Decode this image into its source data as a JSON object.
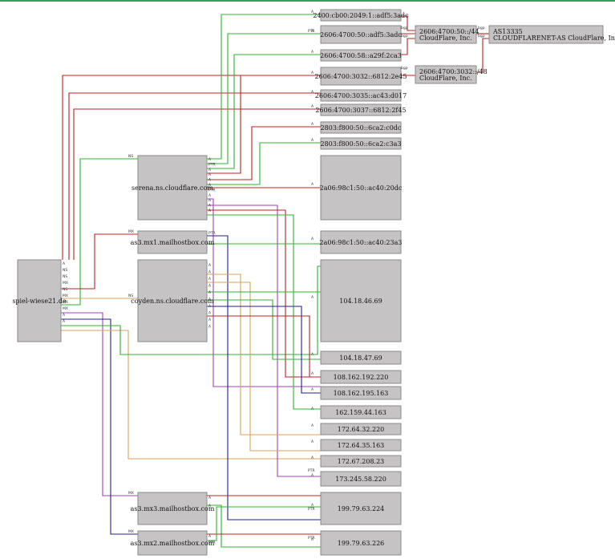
{
  "domain_node": {
    "label": "spiel-wiese21.de",
    "tags": [
      "A",
      "NS",
      "NS",
      "MX",
      "NS",
      "MX",
      "MX",
      "MX",
      "A",
      "A"
    ]
  },
  "ns_nodes": [
    {
      "id": "serena",
      "label": "serena.ns.cloudflare.com",
      "tags": [
        "A",
        "PTR",
        "A",
        "A",
        "A",
        "A",
        "PTR",
        "A",
        "A",
        "A",
        "A"
      ]
    },
    {
      "id": "coyden",
      "label": "coyden.ns.cloudflare.com",
      "tags": [
        "A",
        "A",
        "A",
        "A",
        "A",
        "A",
        "A",
        "A",
        "A",
        "A"
      ]
    }
  ],
  "mx_nodes": [
    {
      "id": "mx1",
      "label": "as3.mx1.mailhostbox.com",
      "tags": [
        "PTR"
      ]
    },
    {
      "id": "mx3",
      "label": "as3.mx3.mailhostbox.com",
      "tags": [
        "A",
        "A"
      ]
    },
    {
      "id": "mx2",
      "label": "as3.mx2.mailhostbox.com",
      "tags": [
        "A",
        "PTR"
      ]
    }
  ],
  "ip_nodes": [
    {
      "id": "ip1",
      "label": "2400:cb00:2049:1::adf5:3adc"
    },
    {
      "id": "ip2",
      "label": "2606:4700:50::adf5:3adc"
    },
    {
      "id": "ip3",
      "label": "2606:4700:58::a29f:2ca3"
    },
    {
      "id": "ip4",
      "label": "2606:4700:3032::6812:2e45"
    },
    {
      "id": "ip5",
      "label": "2606:4700:3035::ac43:d017"
    },
    {
      "id": "ip6",
      "label": "2606:4700:3037::6812:2f45"
    },
    {
      "id": "ip7",
      "label": "2803:f800:50::6ca2:c0dc"
    },
    {
      "id": "ip8",
      "label": "2803:f800:50::6ca2:c3a3"
    },
    {
      "id": "ip9",
      "label": "2a06:98c1:50::ac40:20dc"
    },
    {
      "id": "ip10",
      "label": "2a06:98c1:50::ac40:23a3"
    },
    {
      "id": "ip11",
      "label": "104.18.46.69"
    },
    {
      "id": "ip12",
      "label": "104.18.47.69"
    },
    {
      "id": "ip13",
      "label": "108.162.192.220"
    },
    {
      "id": "ip14",
      "label": "108.162.195.163"
    },
    {
      "id": "ip15",
      "label": "162.159.44.163"
    },
    {
      "id": "ip16",
      "label": "172.64.32.220"
    },
    {
      "id": "ip17",
      "label": "172.64.35.163"
    },
    {
      "id": "ip18",
      "label": "172.67.208.23"
    },
    {
      "id": "ip19",
      "label": "173.245.58.220"
    },
    {
      "id": "ip20",
      "label": "199.79.63.224"
    },
    {
      "id": "ip21",
      "label": "199.79.63.226"
    }
  ],
  "prefix_nodes": [
    {
      "id": "p44",
      "label": "2606:4700:50::/44",
      "label2": "CloudFlare, Inc."
    },
    {
      "id": "p48",
      "label": "2606:4700:3032::/48",
      "label2": "CloudFlare, Inc."
    }
  ],
  "as_node": {
    "label": "AS13335",
    "label2": "CLOUDFLARENET-AS CloudFlare, Inc."
  },
  "colors": {
    "green": "#2bb52b",
    "red": "#c02020",
    "blue": "#202090",
    "purple": "#a040c0",
    "orange": "#d8a060",
    "node_fill": "#c6c3c5",
    "node_border": "#8a8889"
  }
}
